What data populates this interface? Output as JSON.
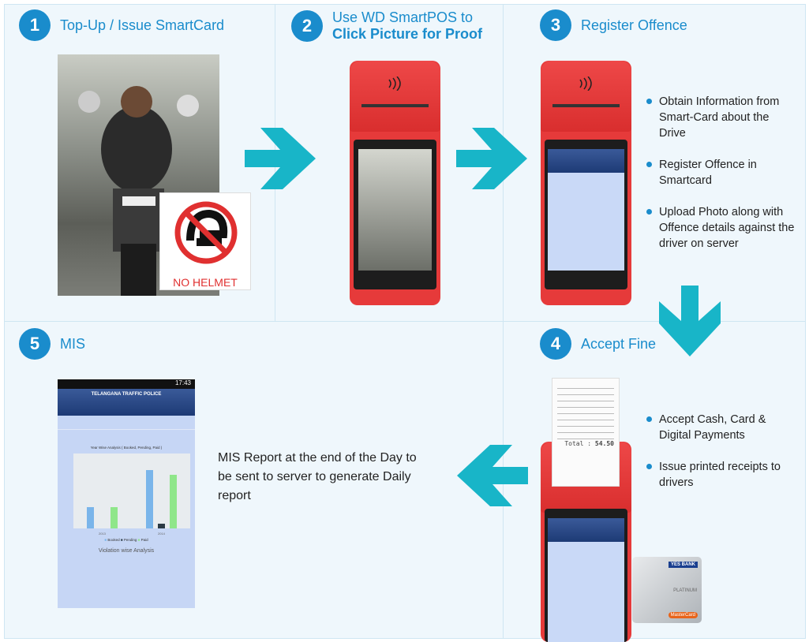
{
  "steps": [
    {
      "num": "1",
      "title": "Top-Up / Issue SmartCard"
    },
    {
      "num": "2",
      "title_line1": "Use WD SmartPOS to",
      "title_line2": "Click Picture for Proof"
    },
    {
      "num": "3",
      "title": "Register Offence",
      "bullets": [
        "Obtain Information from Smart-Card about the Drive",
        "Register Offence in Smartcard",
        "Upload Photo along with Offence details against the driver on server"
      ]
    },
    {
      "num": "4",
      "title": "Accept Fine",
      "bullets": [
        "Accept Cash, Card & Digital Payments",
        "Issue printed receipts to drivers"
      ]
    },
    {
      "num": "5",
      "title": "MIS",
      "description": "MIS Report at the end of the Day to be sent to server to generate Daily report"
    }
  ],
  "no_helmet_label": "NO HELMET",
  "mis_screen": {
    "status_time": "17:43",
    "header": "TELANGANA TRAFFIC POLICE",
    "chart_title": "Year Wise Analysis ( Booked, Pending, Paid )",
    "years": [
      "2013",
      "2014"
    ],
    "legend": [
      "Booked",
      "Pending",
      "Paid"
    ],
    "section": "Violation wise Analysis"
  },
  "receipt": {
    "total_label": "Total :",
    "total": "54.50"
  },
  "card": {
    "bank": "YES BANK",
    "tier": "PLATINUM",
    "brand": "MasterCard"
  },
  "colors": {
    "accent": "#1a8ccc",
    "arrow": "#18b5c8",
    "panel": "#eff7fc",
    "device": "#e63a3a"
  }
}
